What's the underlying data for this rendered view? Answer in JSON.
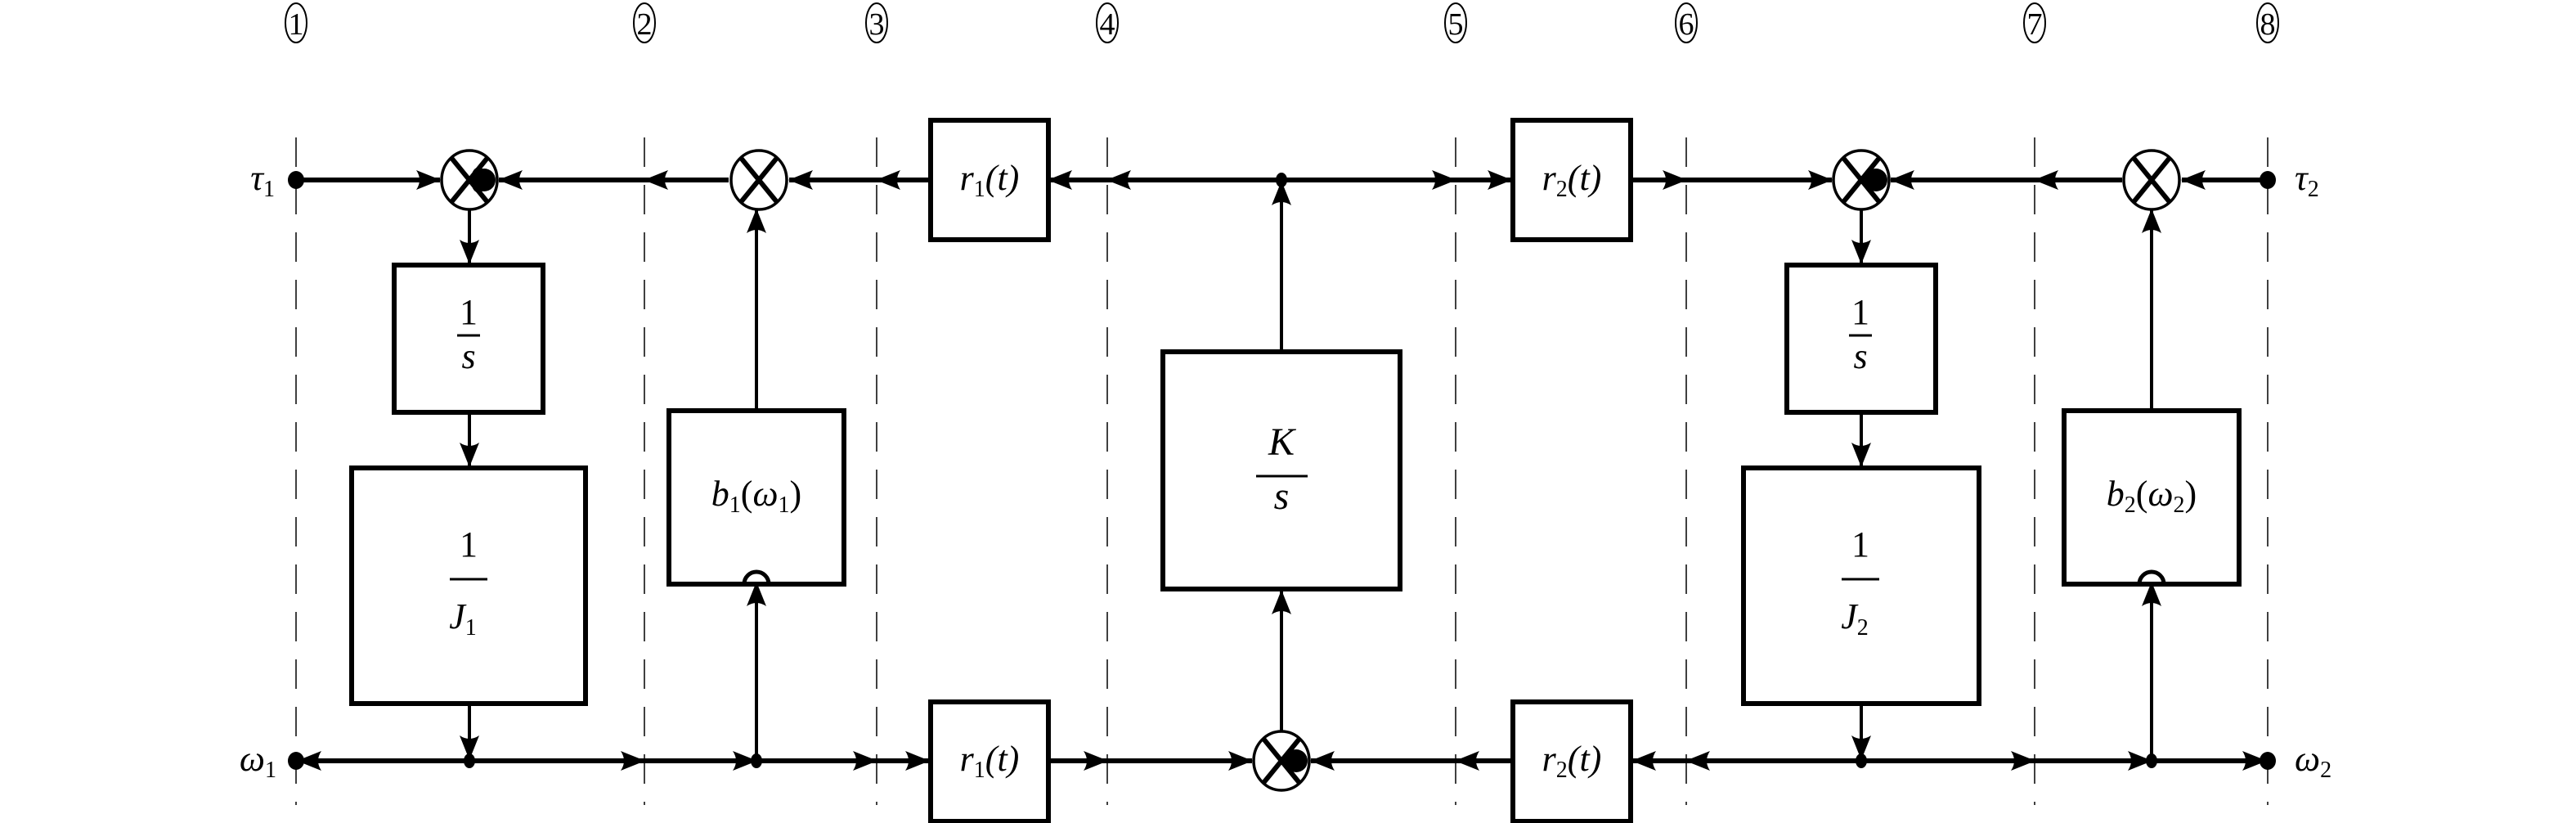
{
  "diagram": {
    "type": "block-diagram",
    "section_markers": [
      "①",
      "②",
      "③",
      "④",
      "⑤",
      "⑥",
      "⑦",
      "⑧"
    ],
    "inputs": {
      "tau1": {
        "main": "τ",
        "sub": "1"
      },
      "tau2": {
        "main": "τ",
        "sub": "2"
      }
    },
    "outputs": {
      "omega1": {
        "main": "ω",
        "sub": "1"
      },
      "omega2": {
        "main": "ω",
        "sub": "2"
      }
    },
    "blocks": {
      "integrator1": {
        "num": "1",
        "den": "s"
      },
      "inertia1": {
        "num": "1",
        "den_main": "J",
        "den_sub": "1"
      },
      "friction1": {
        "f": "b",
        "f_sub": "1",
        "open": "(",
        "arg": "ω",
        "arg_sub": "1",
        "close": ")"
      },
      "ratio1_top": {
        "main": "r",
        "sub": "1",
        "arg": "(t)"
      },
      "ratio1_bottom": {
        "main": "r",
        "sub": "1",
        "arg": "(t)"
      },
      "stiffness": {
        "num": "K",
        "den": "s"
      },
      "ratio2_top": {
        "main": "r",
        "sub": "2",
        "arg": "(t)"
      },
      "ratio2_bottom": {
        "main": "r",
        "sub": "2",
        "arg": "(t)"
      },
      "integrator2": {
        "num": "1",
        "den": "s"
      },
      "inertia2": {
        "num": "1",
        "den_main": "J",
        "den_sub": "2"
      },
      "friction2": {
        "f": "b",
        "f_sub": "2",
        "open": "(",
        "arg": "ω",
        "arg_sub": "2",
        "close": ")"
      }
    },
    "summing_junctions": [
      {
        "id": "sum-top-1",
        "negative_input": "right"
      },
      {
        "id": "sum-top-2",
        "negative_input": "none"
      },
      {
        "id": "sum-bottom-center",
        "negative_input": "right"
      },
      {
        "id": "sum-top-3",
        "negative_input": "right"
      },
      {
        "id": "sum-top-4",
        "negative_input": "none"
      }
    ]
  }
}
